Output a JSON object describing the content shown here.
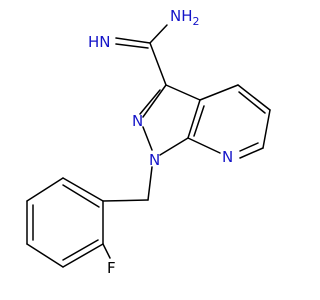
{
  "molecule": {
    "atom_labels": {
      "amine": "NH",
      "amine_subscript": "2",
      "imine": "HN",
      "pyrazole_n2": "N",
      "pyrazole_n1": "N",
      "pyridine_n": "N",
      "fluorine": "F"
    },
    "colors": {
      "nitrogen": "#1414c8",
      "bond": "#000000",
      "background": "#ffffff"
    }
  }
}
